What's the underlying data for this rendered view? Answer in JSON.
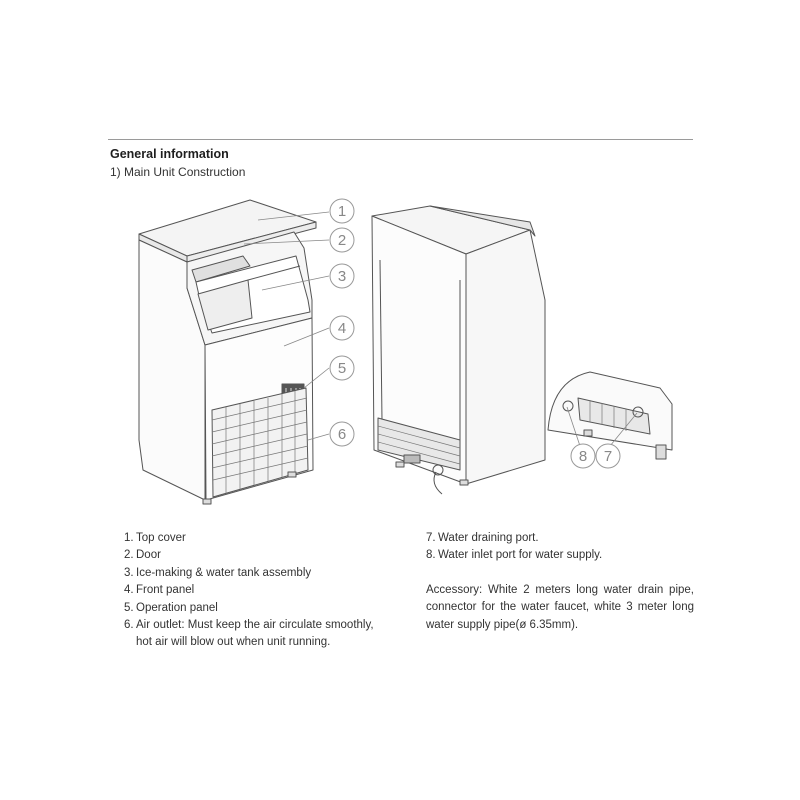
{
  "section": {
    "title": "General information",
    "subtitle": "1) Main Unit Construction"
  },
  "callouts": [
    "1",
    "2",
    "3",
    "4",
    "5",
    "6",
    "7",
    "8"
  ],
  "parts_left": [
    {
      "num": "1.",
      "text": "Top cover"
    },
    {
      "num": "2.",
      "text": "Door"
    },
    {
      "num": "3.",
      "text": "Ice-making & water tank assembly"
    },
    {
      "num": "4.",
      "text": "Front panel"
    },
    {
      "num": "5.",
      "text": "Operation panel"
    },
    {
      "num": "6.",
      "text": "Air outlet: Must keep the air circulate smoothly, hot air will blow out when unit running."
    }
  ],
  "parts_right": [
    {
      "num": "7.",
      "text": "Water draining port."
    },
    {
      "num": "8.",
      "text": "Water inlet port for water supply."
    }
  ],
  "accessory": "Accessory: White 2 meters long water drain pipe, connector for the water faucet, white 3 meter long water supply pipe(ø 6.35mm)."
}
